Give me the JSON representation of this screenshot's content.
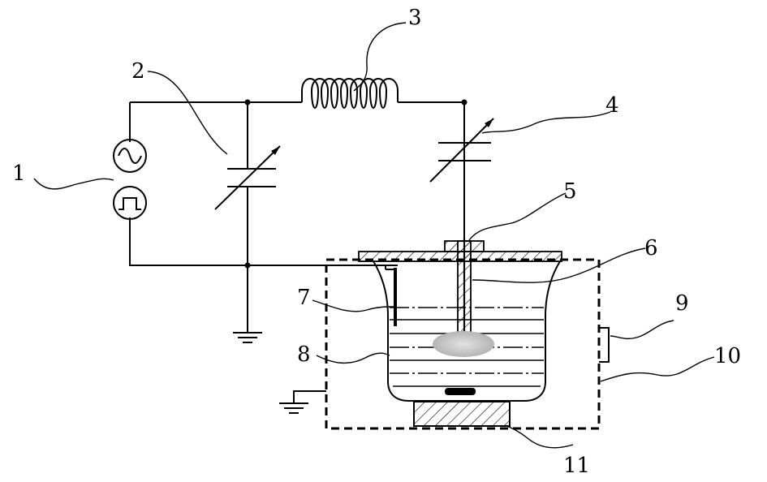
{
  "labels": {
    "l1": "1",
    "l2": "2",
    "l3": "3",
    "l4": "4",
    "l5": "5",
    "l6": "6",
    "l7": "7",
    "l8": "8",
    "l9": "9",
    "l10": "10",
    "l11": "11"
  },
  "colors": {
    "line": "#000000",
    "plasma": "#c8c8c8",
    "background": "#ffffff"
  }
}
